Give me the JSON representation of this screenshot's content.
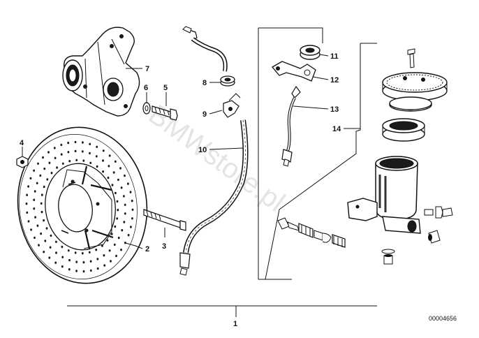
{
  "diagram": {
    "reference_number": "00004656",
    "watermark": "BMWstore.pl",
    "callouts": [
      {
        "id": "c1",
        "label": "1"
      },
      {
        "id": "c2",
        "label": "2"
      },
      {
        "id": "c3",
        "label": "3"
      },
      {
        "id": "c4",
        "label": "4"
      },
      {
        "id": "c5",
        "label": "5"
      },
      {
        "id": "c6",
        "label": "6"
      },
      {
        "id": "c7",
        "label": "7"
      },
      {
        "id": "c8",
        "label": "8"
      },
      {
        "id": "c9",
        "label": "9"
      },
      {
        "id": "c10",
        "label": "10"
      },
      {
        "id": "c11",
        "label": "11"
      },
      {
        "id": "c12",
        "label": "12"
      },
      {
        "id": "c13",
        "label": "13"
      },
      {
        "id": "c14",
        "label": "14"
      }
    ]
  }
}
